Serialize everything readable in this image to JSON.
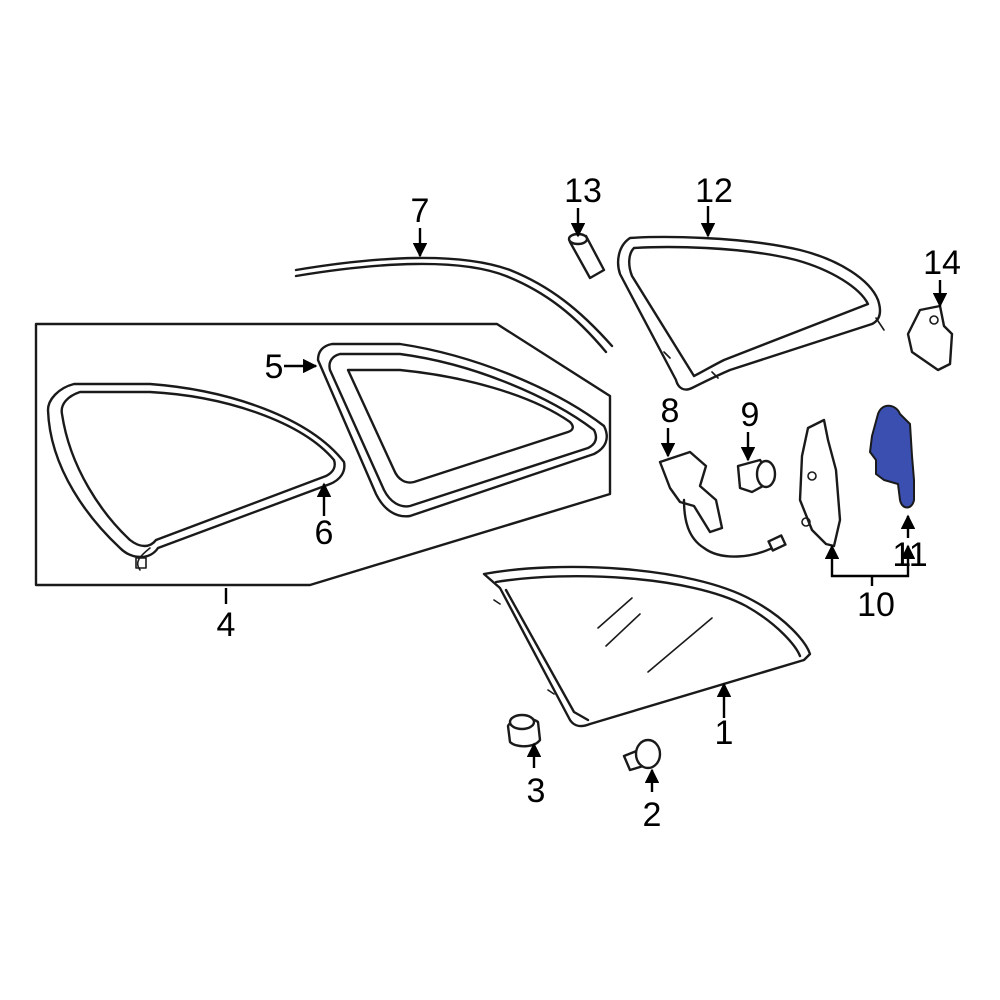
{
  "diagram": {
    "highlight_color": "#3a4fb0",
    "line_color": "#1a1a1a",
    "callouts": [
      {
        "id": "c1",
        "label": "1",
        "part": "quarter-glass"
      },
      {
        "id": "c2",
        "label": "2",
        "part": "stud"
      },
      {
        "id": "c3",
        "label": "3",
        "part": "grommet"
      },
      {
        "id": "c4",
        "label": "4",
        "part": "seal-kit-box"
      },
      {
        "id": "c5",
        "label": "5",
        "part": "outer-seal"
      },
      {
        "id": "c6",
        "label": "6",
        "part": "inner-seal"
      },
      {
        "id": "c7",
        "label": "7",
        "part": "belt-weatherstrip"
      },
      {
        "id": "c8",
        "label": "8",
        "part": "window-motor"
      },
      {
        "id": "c9",
        "label": "9",
        "part": "cap"
      },
      {
        "id": "c10",
        "label": "10",
        "part": "regulator-assembly"
      },
      {
        "id": "c11",
        "label": "11",
        "part": "regulator-bracket"
      },
      {
        "id": "c12",
        "label": "12",
        "part": "window-frame"
      },
      {
        "id": "c13",
        "label": "13",
        "part": "bushing"
      },
      {
        "id": "c14",
        "label": "14",
        "part": "mount-bracket"
      }
    ]
  }
}
